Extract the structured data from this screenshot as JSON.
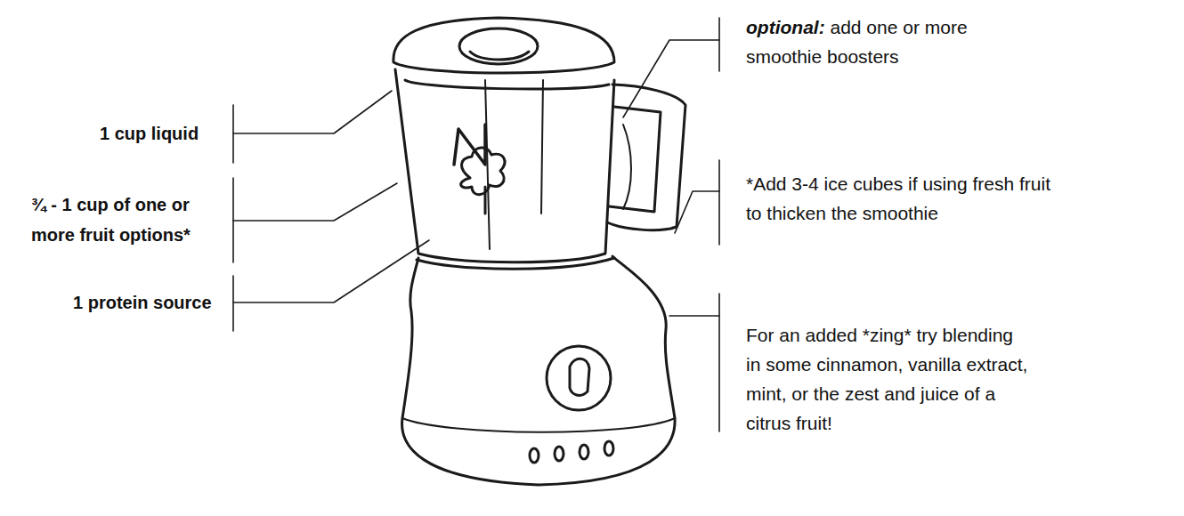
{
  "diagram": {
    "labels": [
      "1 cup liquid",
      "¾ - 1 cup of one or more fruit options*",
      "1 protein source",
      "optional: add one or more smoothie boosters",
      "*Add 3-4 ice cubes if using fresh fruit to thicken the smoothie",
      "For an added *zing* try blending in some cinnamon, vanilla extract, mint, or the zest and juice of a citrus fruit!"
    ]
  }
}
